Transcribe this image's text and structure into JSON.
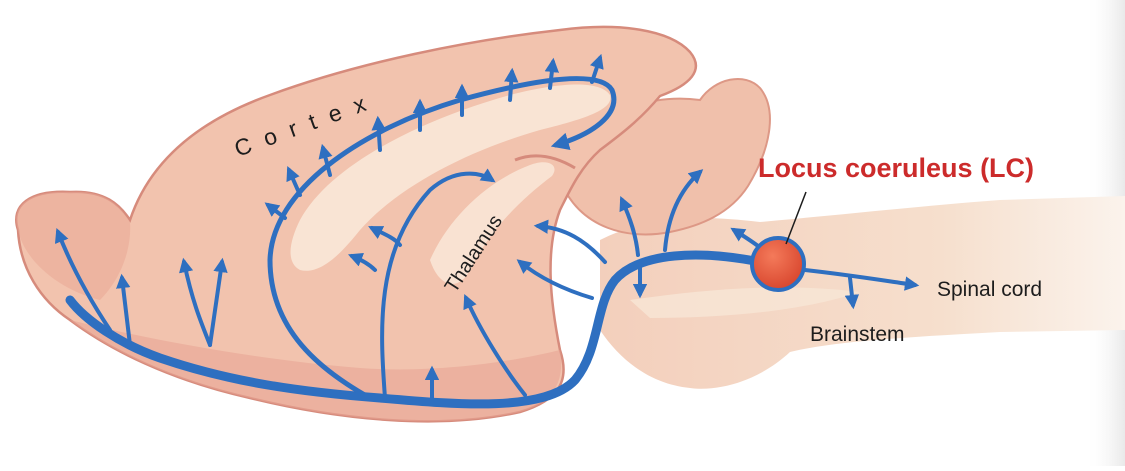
{
  "labels": {
    "lc_title": "Locus coeruleus (LC)",
    "cortex": "Cortex",
    "thalamus": "Thalamus",
    "spinal_cord": "Spinal cord",
    "brainstem": "Brainstem"
  },
  "colors": {
    "pathway": "#2e6fc0",
    "lc_title": "#cc2b2b",
    "lc_node": "#e35338",
    "brain_tissue": "#f1c2ad",
    "white_matter": "#f8e4d2",
    "brain_edge": "#d68b7c"
  }
}
